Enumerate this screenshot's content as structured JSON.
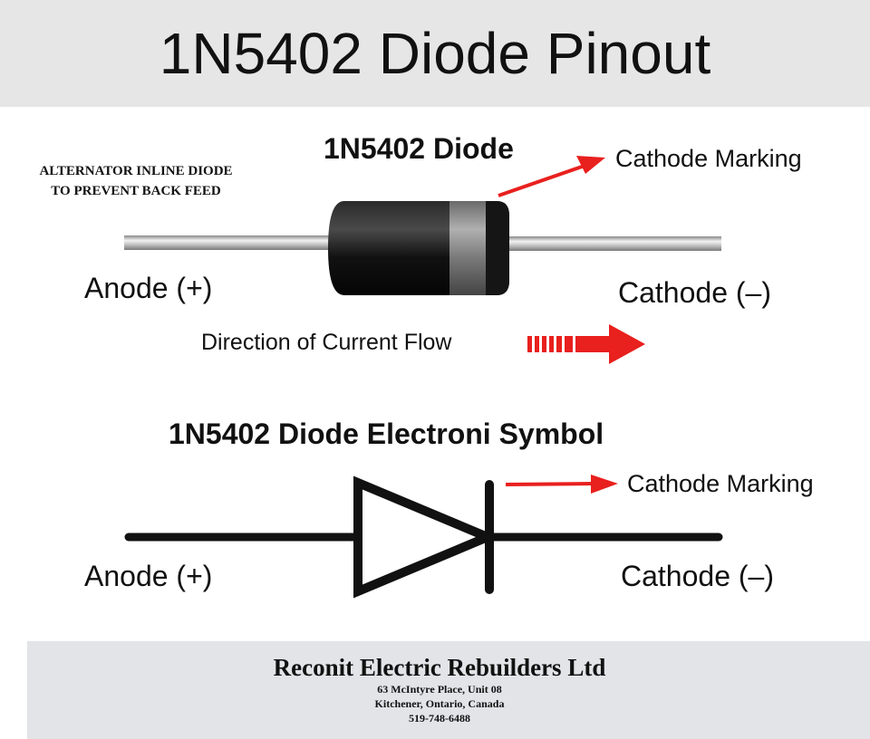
{
  "title": "1N5402 Diode Pinout",
  "note_line1": "ALTERNATOR INLINE DIODE",
  "note_line2": "TO PREVENT BACK FEED",
  "photo": {
    "heading": "1N5402 Diode",
    "cathode_marking": "Cathode Marking",
    "anode_label": "Anode (+)",
    "cathode_label": "Cathode (–)",
    "current_flow": "Direction of Current Flow"
  },
  "symbol": {
    "heading": "1N5402 Diode Electroni Symbol",
    "cathode_marking": "Cathode Marking",
    "anode_label": "Anode (+)",
    "cathode_label": "Cathode (–)"
  },
  "footer": {
    "company": "Reconit Electric Rebuilders Ltd",
    "address1": "63 McIntyre Place, Unit 08",
    "address2": "Kitchener, Ontario, Canada",
    "phone": "519-748-6488"
  },
  "colors": {
    "arrow": "#e8201e",
    "title_bg": "#e6e6e6",
    "footer_bg": "#e2e4e8"
  }
}
